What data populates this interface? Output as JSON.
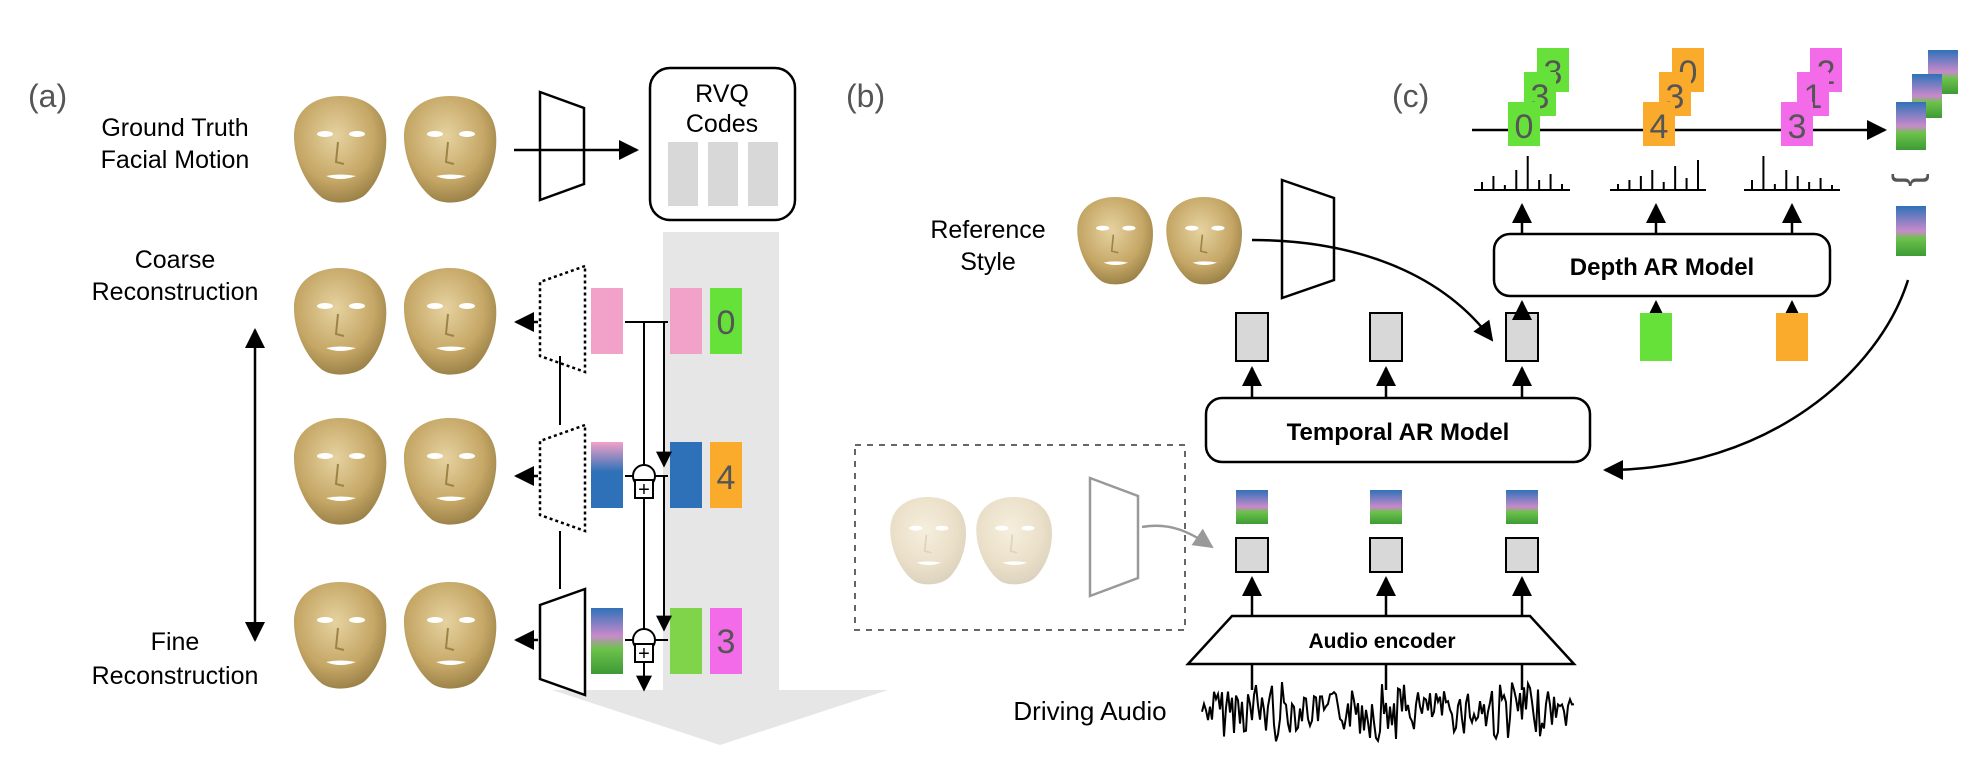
{
  "panels": {
    "a": "(a)",
    "b": "(b)",
    "c": "(c)"
  },
  "panel_a": {
    "gt_label": [
      "Ground Truth",
      "Facial Motion"
    ],
    "rvq_title": [
      "RVQ",
      "Codes"
    ],
    "coarse_label": [
      "Coarse",
      "Reconstruction"
    ],
    "fine_label": [
      "Fine",
      "Reconstruction"
    ],
    "codes": [
      "0",
      "4",
      "3"
    ],
    "plus_sign": "+"
  },
  "panel_b": {
    "ref_label": [
      "Reference",
      "Style"
    ],
    "temporal_model": "Temporal AR Model",
    "audio_encoder": "Audio encoder",
    "driving_audio": "Driving Audio"
  },
  "panel_c": {
    "depth_model": "Depth AR Model",
    "stacks": [
      {
        "codes": [
          "0",
          "3",
          "3"
        ]
      },
      {
        "codes": [
          "4",
          "3",
          "0"
        ]
      },
      {
        "codes": [
          "3",
          "1",
          "2"
        ]
      }
    ],
    "brace": "}"
  },
  "colors": {
    "code_green": "#66e13a",
    "code_orange": "#fbab2c",
    "code_magenta": "#f36be9",
    "token_pink": "#f2a2c9",
    "token_blue": "#2f71b8",
    "token_green": "#7fd44a",
    "face": "#c9ae6c",
    "gray_box": "#d8d8d8",
    "flow_gray": "#e6e6e6"
  }
}
